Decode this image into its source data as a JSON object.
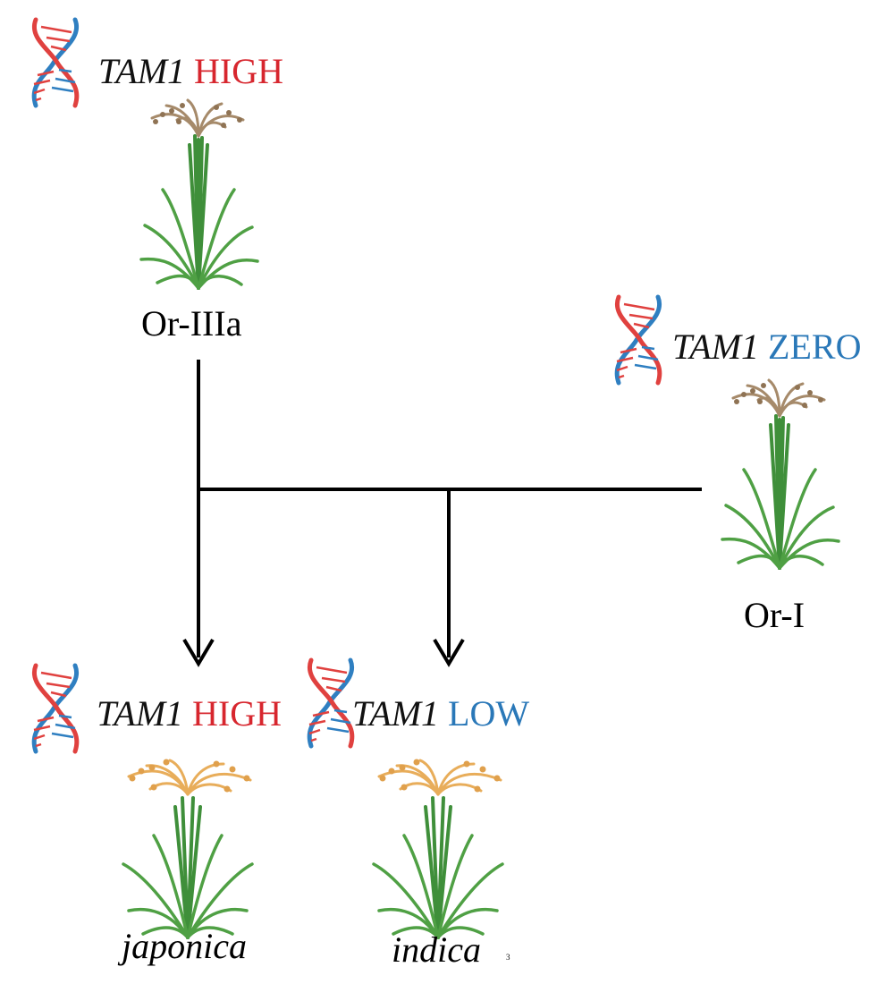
{
  "colors": {
    "high": "#d7262e",
    "low": "#2a78b8",
    "zero": "#2a78b8",
    "wild_panicle": "#a68a6a",
    "cult_panicle": "#e8ad5a",
    "leaf": "#3f8f3a",
    "arrow": "#000000",
    "dna_red": "#e0413f",
    "dna_blue": "#2f7fc1"
  },
  "icons": {
    "dna": "dna-helix-icon",
    "plant": "rice-plant-icon"
  },
  "nodes": {
    "or_iiia": {
      "label": "Or-IIIa",
      "gene": "TAM1",
      "level": "HIGH",
      "level_color": "high"
    },
    "or_i": {
      "label": "Or-I",
      "gene": "TAM1",
      "level": "ZERO",
      "level_color": "zero"
    },
    "japonica": {
      "label": "japonica",
      "gene": "TAM1",
      "level": "HIGH",
      "level_color": "high"
    },
    "indica": {
      "label": "indica",
      "gene": "TAM1",
      "level": "LOW",
      "level_color": "low"
    }
  },
  "footnote": "3"
}
